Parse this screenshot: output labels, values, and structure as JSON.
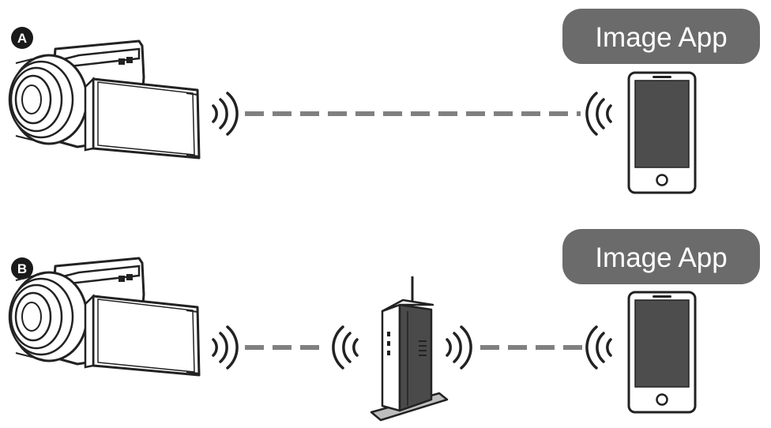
{
  "rows": [
    {
      "marker": "A",
      "app_label": "Image App",
      "connection": "direct"
    },
    {
      "marker": "B",
      "app_label": "Image App",
      "connection": "via-access-point"
    }
  ],
  "colors": {
    "line": "#222222",
    "dash": "#808080",
    "app_badge": "#6b6b6b",
    "app_text": "#ffffff",
    "phone_screen": "#4d4d4d"
  }
}
